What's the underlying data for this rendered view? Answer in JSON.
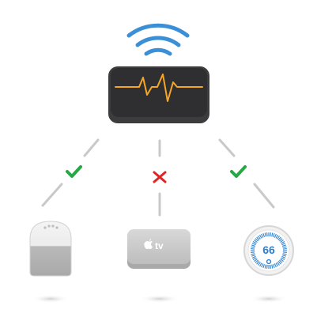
{
  "colors": {
    "background": "#ffffff",
    "wifi": "#3b8fd6",
    "hub_body": "#3c3c3e",
    "hub_top": "#2f2f31",
    "pulse": "#f5a623",
    "connector": "#c9c9c9",
    "ok": "#27a745",
    "fail": "#e02424",
    "thermostat_ring": "#2f80d1"
  },
  "hub": {
    "icon": "wifi-icon",
    "pulse_icon": "heartbeat-pulse-icon"
  },
  "devices": [
    {
      "id": "smart-speaker",
      "icon": "smart-speaker-icon",
      "status": "ok",
      "status_icon": "checkmark-icon"
    },
    {
      "id": "apple-tv",
      "icon": "apple-tv-icon",
      "label": "tv",
      "status": "fail",
      "status_icon": "cross-icon"
    },
    {
      "id": "thermostat",
      "icon": "thermostat-icon",
      "reading": "66",
      "status": "ok",
      "status_icon": "checkmark-icon"
    }
  ]
}
